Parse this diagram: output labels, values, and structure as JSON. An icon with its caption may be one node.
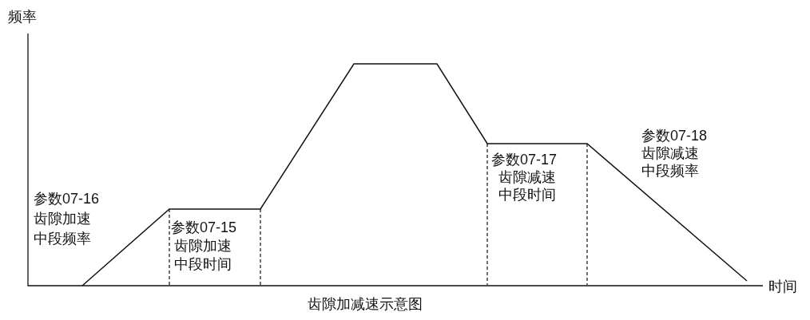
{
  "diagram": {
    "caption": "齿隙加减速示意图",
    "labels": [
      "频率",
      "参数07-18",
      "齿隙减速",
      "中段频率",
      "参数07-17",
      "齿隙减速",
      "中段时间",
      "参数07-16",
      "齿隙加速",
      "中段频率",
      "参数07-15",
      "齿隙加速",
      "中段时间",
      "时间"
    ]
  }
}
